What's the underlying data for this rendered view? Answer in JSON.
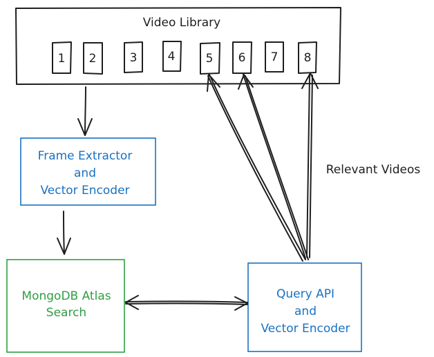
{
  "library": {
    "title": "Video Library",
    "videos": [
      "1",
      "2",
      "3",
      "4",
      "5",
      "6",
      "7",
      "8"
    ]
  },
  "extractor": {
    "line1": "Frame Extractor",
    "line2": "and",
    "line3": "Vector Encoder"
  },
  "atlas": {
    "line1": "MongoDB Atlas",
    "line2": "Search"
  },
  "query": {
    "line1": "Query API",
    "line2": "and",
    "line3": "Vector Encoder"
  },
  "annotation": {
    "relevant": "Relevant Videos"
  },
  "colors": {
    "black": "#1e1e1e",
    "blue": "#1971c2",
    "green": "#2f9e44"
  }
}
